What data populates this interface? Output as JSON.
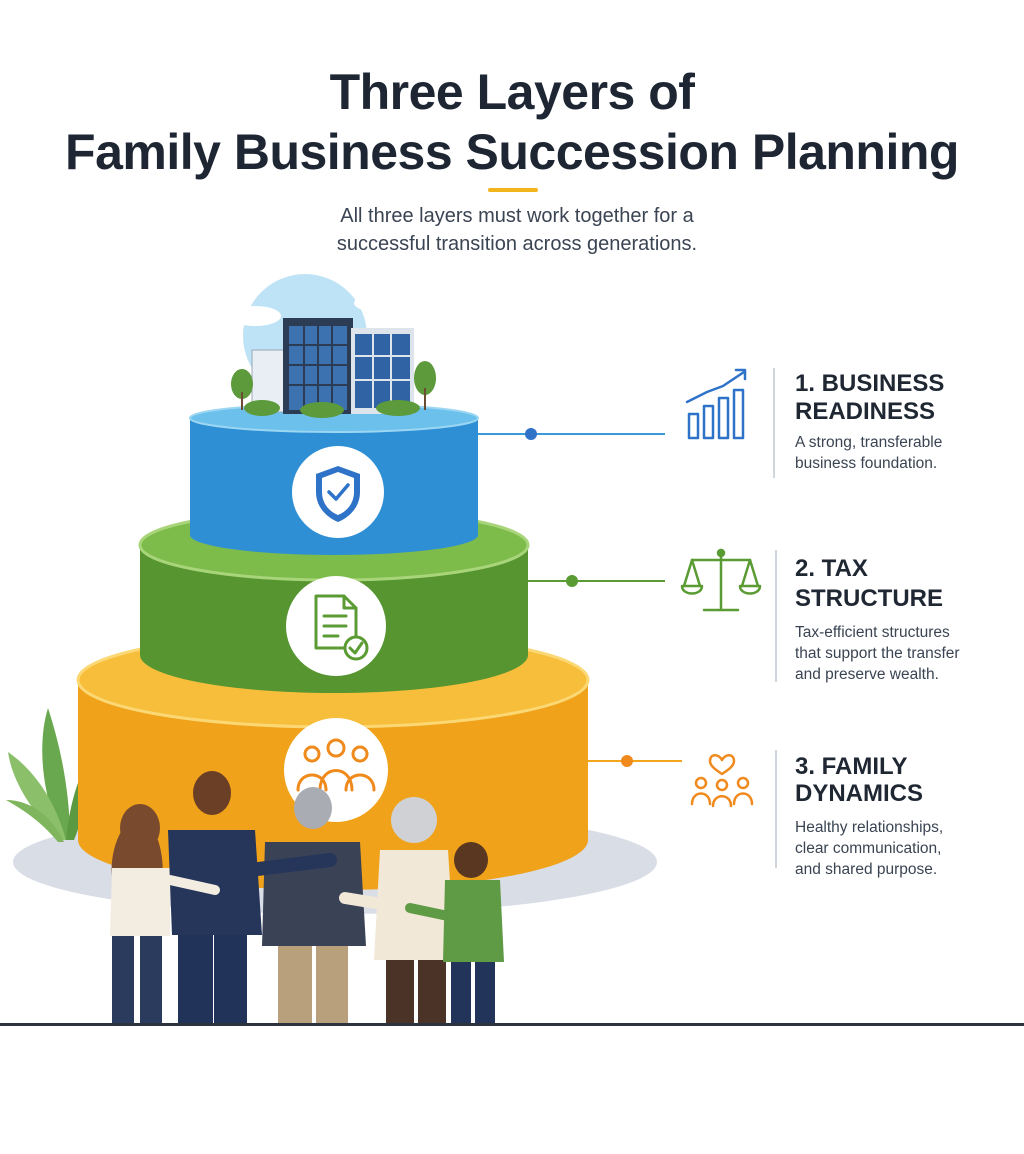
{
  "header": {
    "title_line1": "Three Layers of",
    "title_line2": "Family Business Succession Planning",
    "subtitle_line1": "All three layers must work together for a",
    "subtitle_line2": "successful transition across generations."
  },
  "layers": [
    {
      "number_title_line1": "1. BUSINESS",
      "number_title_line2": "READINESS",
      "desc_line1": "A strong, transferable",
      "desc_line2": "business foundation.",
      "desc_line3": "",
      "color": "#3a9ad9",
      "tier_icon": "shield-check-icon",
      "side_icon": "growth-chart-icon"
    },
    {
      "number_title_line1": "2. TAX",
      "number_title_line2": "STRUCTURE",
      "desc_line1": "Tax-efficient structures",
      "desc_line2": "that support the transfer",
      "desc_line3": "and preserve wealth.",
      "color": "#5a9b33",
      "tier_icon": "document-check-icon",
      "side_icon": "balance-scale-icon"
    },
    {
      "number_title_line1": "3. FAMILY",
      "number_title_line2": "DYNAMICS",
      "desc_line1": "Healthy relationships,",
      "desc_line2": "clear communication,",
      "desc_line3": "and shared purpose.",
      "color": "#f3a51c",
      "tier_icon": "family-group-icon",
      "side_icon": "family-heart-icon"
    }
  ]
}
